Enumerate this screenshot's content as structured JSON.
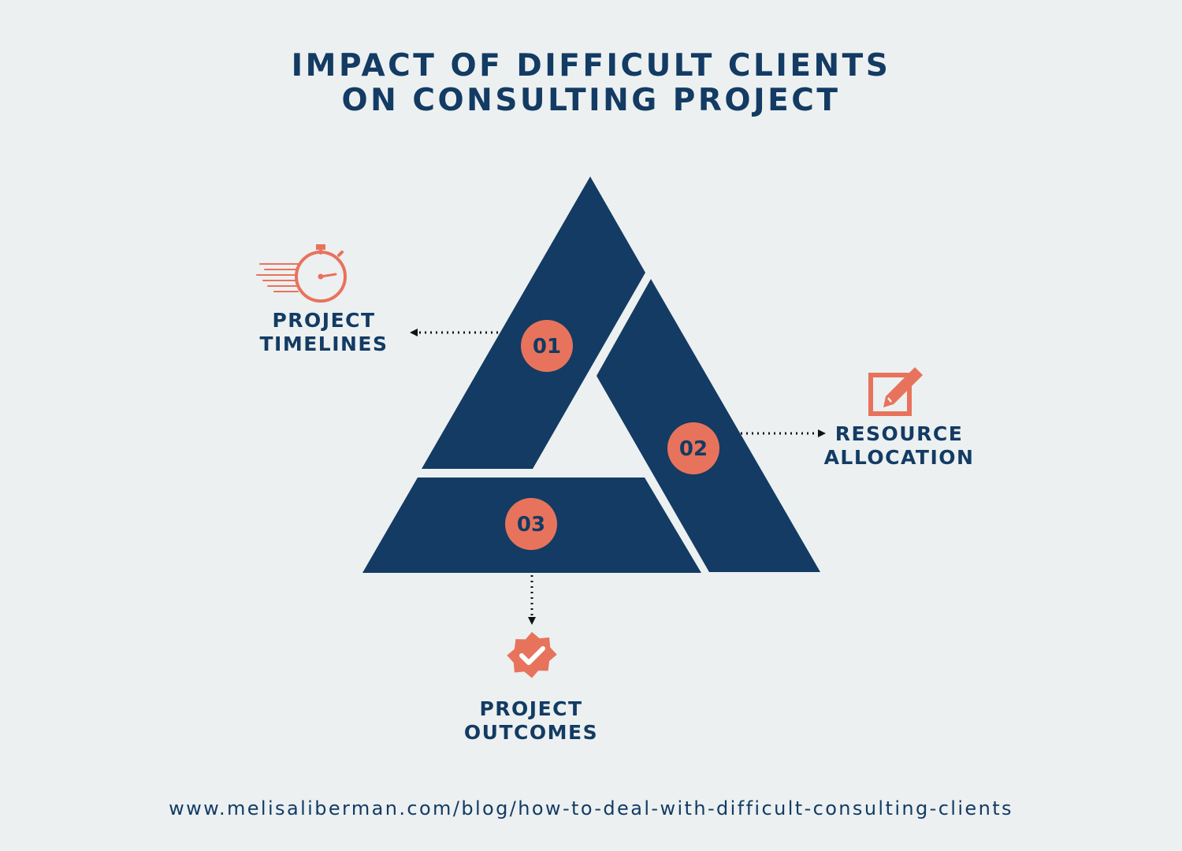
{
  "title": {
    "line1": "IMPACT OF DIFFICULT CLIENTS",
    "line2": "ON CONSULTING PROJECT"
  },
  "segments": [
    {
      "number": "01",
      "label_line1": "PROJECT",
      "label_line2": "TIMELINES",
      "icon": "stopwatch-icon"
    },
    {
      "number": "02",
      "label_line1": "RESOURCE",
      "label_line2": "ALLOCATION",
      "icon": "edit-checkbox-icon"
    },
    {
      "number": "03",
      "label_line1": "PROJECT",
      "label_line2": "OUTCOMES",
      "icon": "verified-badge-icon"
    }
  ],
  "footer": "www.melisaliberman.com/blog/how-to-deal-with-difficult-consulting-clients",
  "colors": {
    "background": "#ecf0f1",
    "navy": "#133b63",
    "accent": "#e8735c"
  }
}
